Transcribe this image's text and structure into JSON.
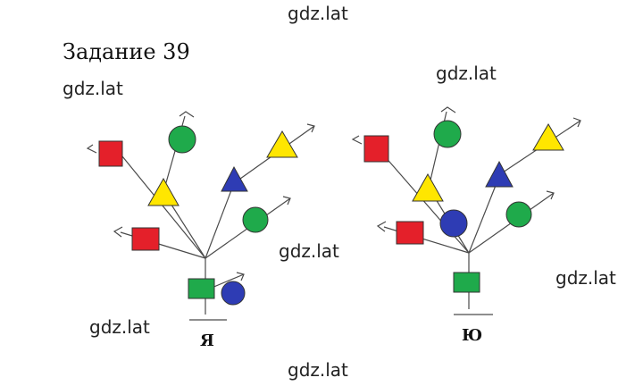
{
  "task_title": "Задание 39",
  "watermarks": [
    "gdz.lat",
    "gdz.lat",
    "gdz.lat",
    "gdz.lat",
    "gdz.lat",
    "gdz.lat"
  ],
  "colors": {
    "red": "#e4202a",
    "green": "#1faa4b",
    "yellow": "#ffe600",
    "blue": "#2e3cb4"
  },
  "trees": [
    {
      "label": "Я",
      "ornaments": [
        {
          "shape": "square",
          "color": "red"
        },
        {
          "shape": "circle",
          "color": "green"
        },
        {
          "shape": "triangle",
          "color": "yellow"
        },
        {
          "shape": "triangle",
          "color": "yellow"
        },
        {
          "shape": "triangle",
          "color": "blue"
        },
        {
          "shape": "square",
          "color": "red"
        },
        {
          "shape": "circle",
          "color": "green"
        },
        {
          "shape": "square",
          "color": "green"
        },
        {
          "shape": "circle",
          "color": "blue"
        }
      ]
    },
    {
      "label": "Ю",
      "ornaments": [
        {
          "shape": "square",
          "color": "red"
        },
        {
          "shape": "circle",
          "color": "green"
        },
        {
          "shape": "triangle",
          "color": "yellow"
        },
        {
          "shape": "triangle",
          "color": "yellow"
        },
        {
          "shape": "triangle",
          "color": "blue"
        },
        {
          "shape": "circle",
          "color": "blue"
        },
        {
          "shape": "square",
          "color": "red"
        },
        {
          "shape": "circle",
          "color": "green"
        },
        {
          "shape": "square",
          "color": "green"
        }
      ]
    }
  ]
}
